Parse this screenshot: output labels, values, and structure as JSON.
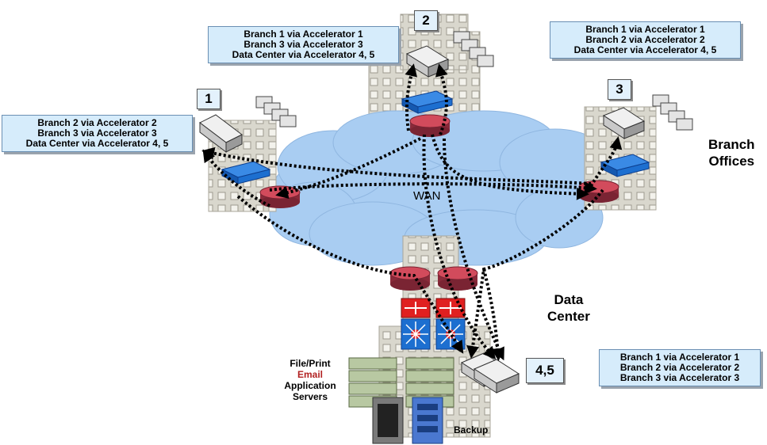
{
  "site_numbers": {
    "branch1": "1",
    "branch2": "2",
    "branch3": "3",
    "datacenter": "4,5"
  },
  "info_boxes": {
    "branch1": [
      "Branch 2 via Accelerator 2",
      "Branch 3 via Accelerator 3",
      "Data Center via Accelerator 4, 5"
    ],
    "branch2": [
      "Branch 1 via Accelerator 1",
      "Branch 3 via Accelerator 3",
      "Data Center via Accelerator 4, 5"
    ],
    "branch3": [
      "Branch 1 via Accelerator 1",
      "Branch 2 via Accelerator 2",
      "Data Center via Accelerator 4, 5"
    ],
    "datacenter": [
      "Branch 1 via Accelerator 1",
      "Branch 2 via Accelerator 2",
      "Branch 3 via Accelerator 3"
    ]
  },
  "labels": {
    "wan": "WAN",
    "branch_offices_line1": "Branch",
    "branch_offices_line2": "Offices",
    "data_center_line1": "Data",
    "data_center_line2": "Center",
    "servers_line1": "File/Print",
    "servers_line2": "Email",
    "servers_line3": "Application",
    "servers_line4": "Servers",
    "backup": "Backup"
  },
  "colors": {
    "cloud": "#a9cdf2",
    "info_box": "#d6ecfb",
    "email_text": "#b22222",
    "switch_blue": "#1d6fd0",
    "router_red": "#c8384a",
    "firewall_red": "#e02020"
  }
}
